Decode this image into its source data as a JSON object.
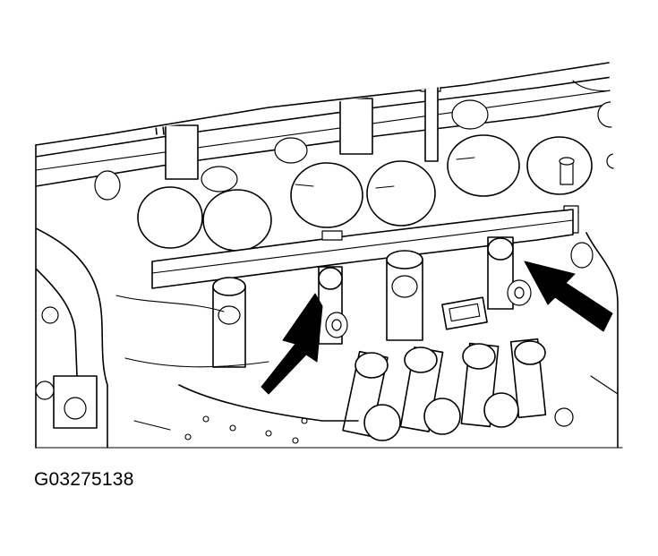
{
  "figure": {
    "id_label": "G03275138",
    "callouts": [
      {
        "name": "left-arrow",
        "points_to": "bolt"
      },
      {
        "name": "right-arrow",
        "points_to": "bolt"
      }
    ],
    "colors": {
      "line": "#000000",
      "background": "#ffffff"
    }
  }
}
